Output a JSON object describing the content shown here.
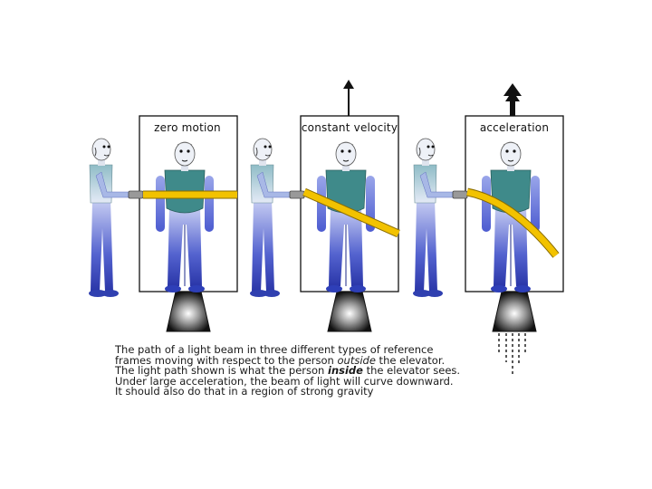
{
  "panels": [
    {
      "label": "zero motion",
      "motion": "none",
      "beam": "straight"
    },
    {
      "label": "constant velocity",
      "motion": "constant",
      "beam": "slanted"
    },
    {
      "label": "acceleration",
      "motion": "accelerating",
      "beam": "curved"
    }
  ],
  "caption": {
    "line1": "The path of a light beam in three different types of reference",
    "line2_pre": "frames moving with respect to the person ",
    "line2_em": "outside",
    "line2_post": " the elevator.",
    "line3_pre": "The light path shown is what the person ",
    "line3_em": "inside",
    "line3_post": " the elevator sees.",
    "line4": "Under large acceleration, the beam of light will curve downward.",
    "line5": "It should also do that in a region of strong gravity"
  },
  "colors": {
    "beam": "#f2c200",
    "beam_edge": "#8a6d00",
    "suit_dark": "#2e3fb8",
    "suit_light": "#9aa8e8",
    "shirt": "#3f8a8a",
    "skin": "#e8ecf4",
    "rocket_base": "#222222"
  },
  "icons": {
    "velocity_arrow": "arrow-up-icon",
    "acceleration_arrow": "bold-arrow-up-icon",
    "exhaust": "exhaust-dashes"
  }
}
